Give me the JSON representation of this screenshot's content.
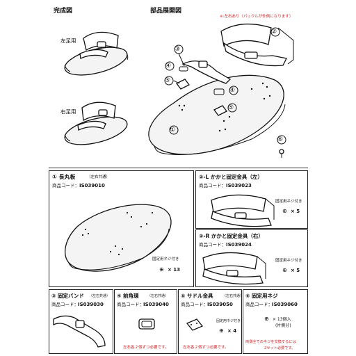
{
  "top": {
    "complete_title": "完成図",
    "exploded_title": "部品展開図",
    "left_foot": "左足用",
    "right_foot": "右足用",
    "note": "※:左右あり（パックルが外側になります）",
    "callouts": [
      "①",
      "②",
      "③",
      "④",
      "⑤",
      "⑤",
      "④",
      "⑥"
    ]
  },
  "parts": {
    "p1": {
      "title": "① 長丸板",
      "sub": "（左右共通）",
      "code_label": "商品コード：",
      "code": "IS039010",
      "screw_label": "固定用ネジ付き",
      "qty": "× 13"
    },
    "p2l": {
      "title": "②-L かかと固定金具（左）",
      "code_label": "商品コード：",
      "code": "IS039023",
      "screw_label": "固定用ネジ付き",
      "qty": "× 5"
    },
    "p2r": {
      "title": "②-R かかと固定金具（右）",
      "code_label": "商品コード：",
      "code": "IS039024",
      "screw_label": "固定用ネジ付き",
      "qty": "× 5"
    },
    "p3": {
      "title": "③ 固定バンド",
      "sub": "（左右共通）",
      "code_label": "商品コード：",
      "code": "IS039030"
    },
    "p4": {
      "title": "④ 前角環",
      "sub": "（左右共通）",
      "code_label": "商品コード：",
      "code": "IS039040",
      "note": "左右各２個ずつ必要です。"
    },
    "p5": {
      "title": "⑤ サドル金具",
      "sub": "（左右共通）",
      "code_label": "商品コード：",
      "code": "IS039050",
      "screw_label": "固定用ネジ付き",
      "qty": "× 4",
      "note": "左右各２個ずつ必要です。"
    },
    "p6": {
      "title": "⑥ 固定用ネジ",
      "code_label": "商品コード：",
      "code": "IS039060",
      "qty": "× 13個入",
      "qty2": "(片側分)",
      "note1": "両側全てのネジを交換するには",
      "note2": "2セット必要です。"
    }
  },
  "colors": {
    "note_red": "#d42020",
    "border": "#222222"
  }
}
